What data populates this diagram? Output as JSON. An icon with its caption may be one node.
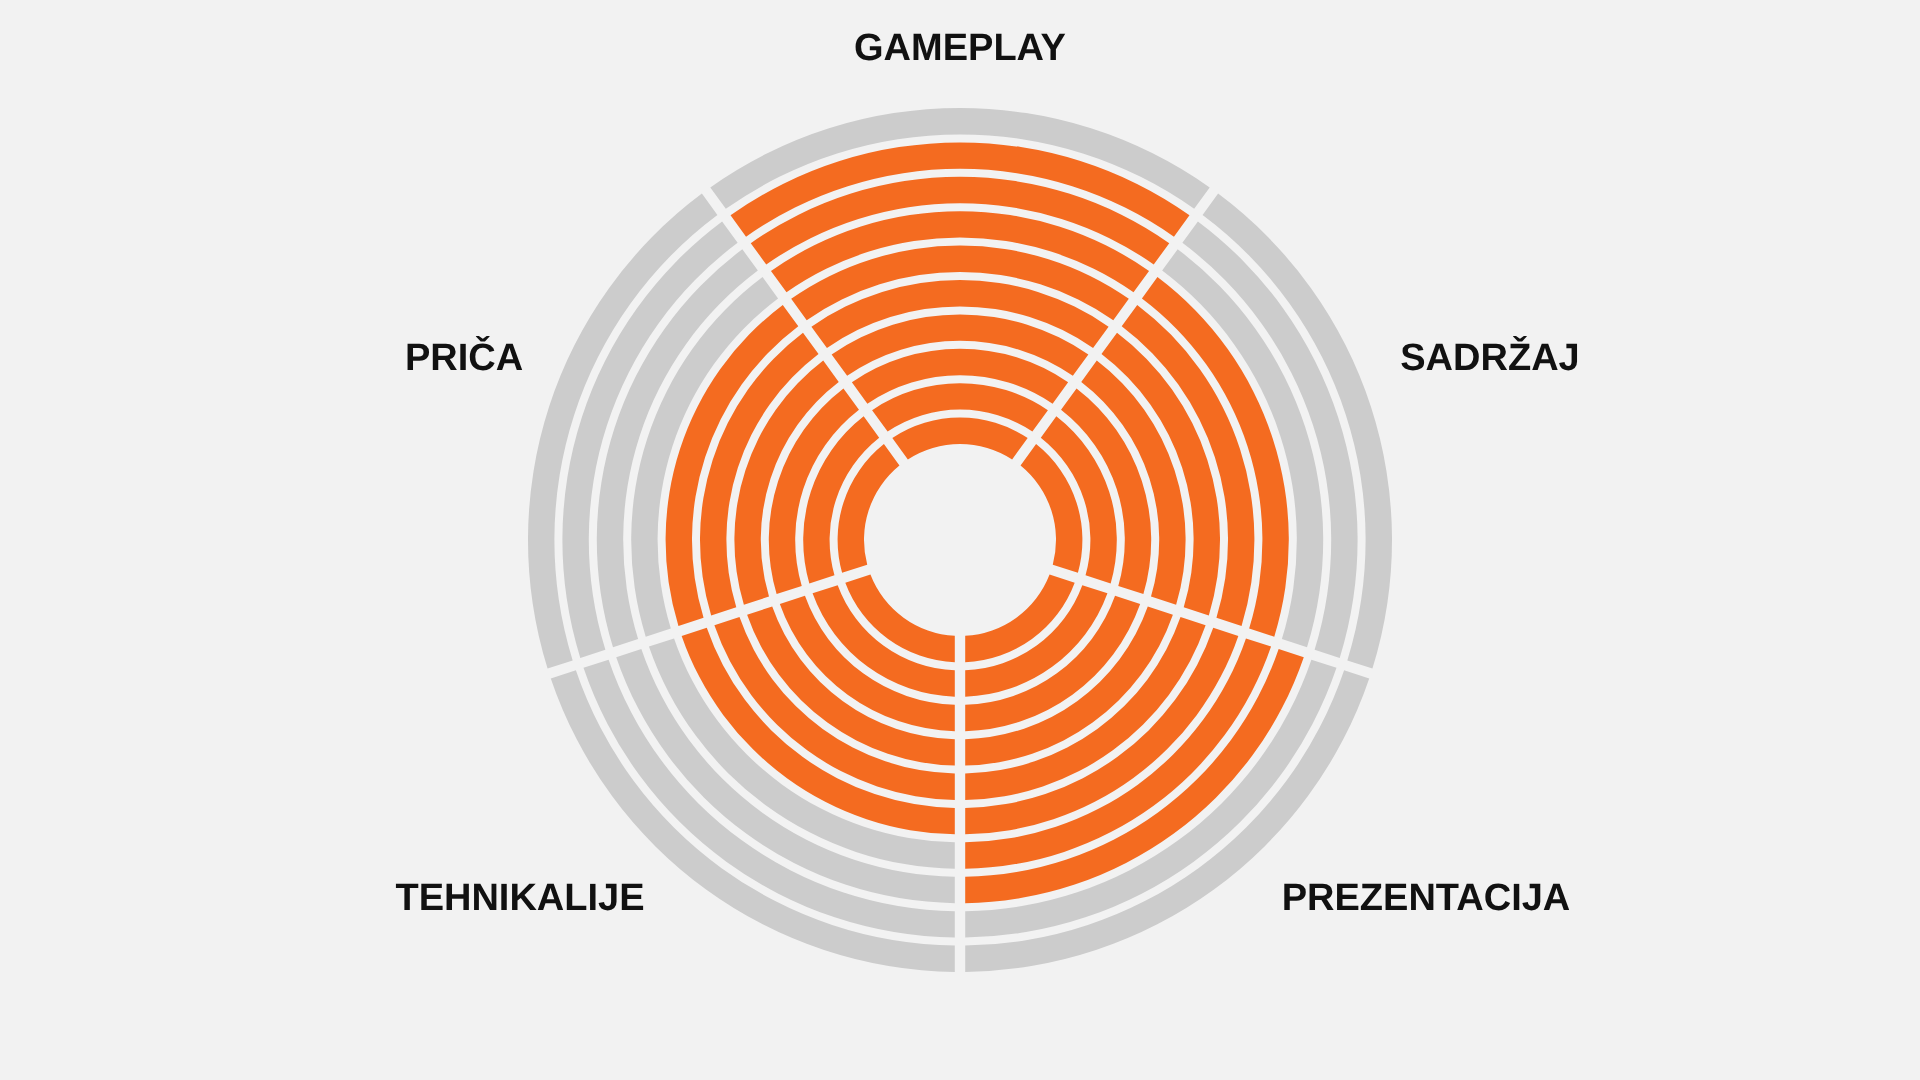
{
  "diagram": {
    "labels": [
      "GAMEPLAY",
      "SADRŽAJ",
      "PREZENTACIJA",
      "TEHNIKALIJE",
      "PRIČA"
    ]
  }
}
